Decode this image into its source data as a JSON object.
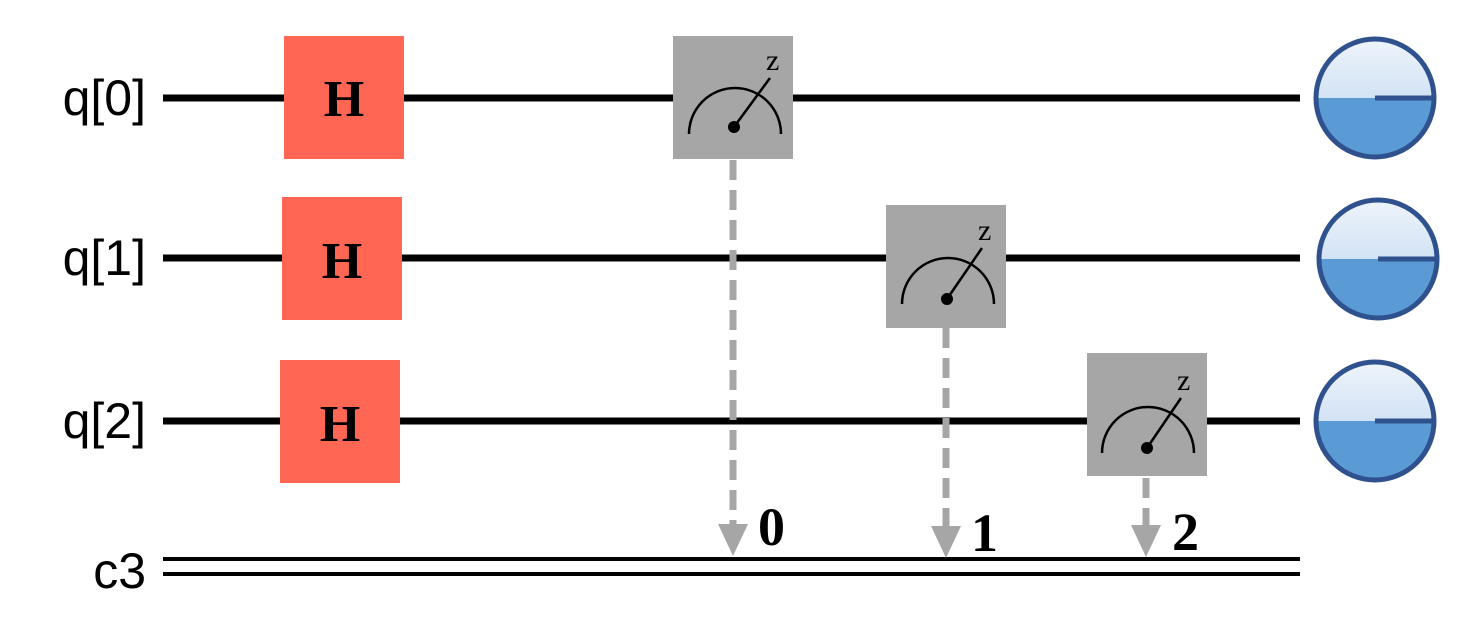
{
  "circuit": {
    "qubits": [
      {
        "label": "q[0]"
      },
      {
        "label": "q[1]"
      },
      {
        "label": "q[2]"
      }
    ],
    "classical_register": {
      "label": "c3"
    },
    "gates": [
      {
        "type": "H",
        "label": "H",
        "qubit": 0,
        "color": "#ff6654"
      },
      {
        "type": "H",
        "label": "H",
        "qubit": 1,
        "color": "#ff6654"
      },
      {
        "type": "H",
        "label": "H",
        "qubit": 2,
        "color": "#ff6654"
      }
    ],
    "measurements": [
      {
        "qubit": 0,
        "basis": "z",
        "bit": "0",
        "color": "#a6a6a6"
      },
      {
        "qubit": 1,
        "basis": "z",
        "bit": "1",
        "color": "#a6a6a6"
      },
      {
        "qubit": 2,
        "basis": "z",
        "bit": "2",
        "color": "#a6a6a6"
      }
    ],
    "outputs": [
      {
        "qubit": 0,
        "icon": "bloch-probability-icon"
      },
      {
        "qubit": 1,
        "icon": "bloch-probability-icon"
      },
      {
        "qubit": 2,
        "icon": "bloch-probability-icon"
      }
    ],
    "colors": {
      "wire": "#000000",
      "measure_arrow": "#a6a6a6",
      "output_fill": "#5b9bd5",
      "output_stroke": "#2f528f"
    }
  }
}
